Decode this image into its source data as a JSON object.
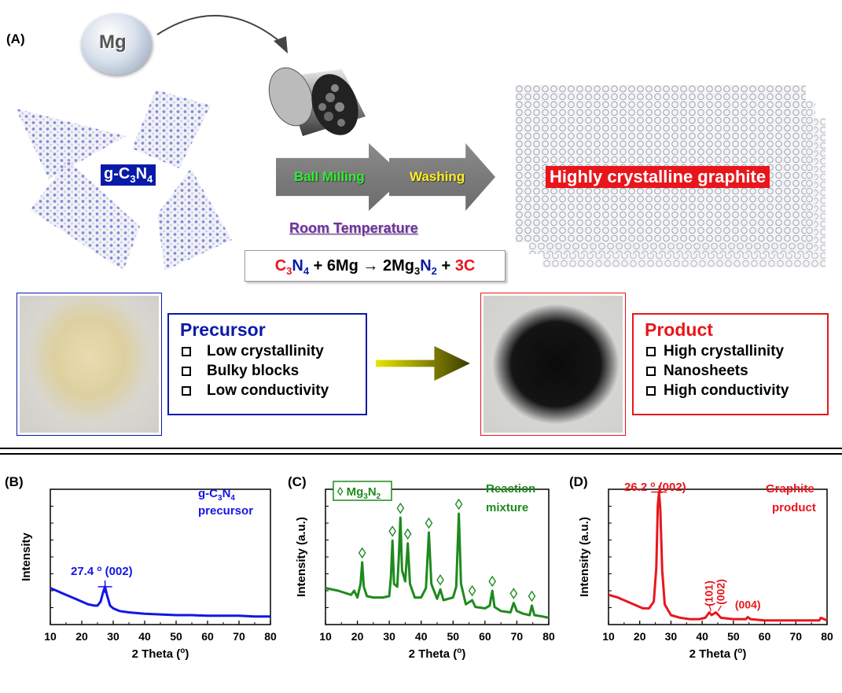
{
  "panel_a": {
    "letter": "(A)",
    "mg_label": "Mg",
    "precursor_tag_prefix": "g-C",
    "precursor_tag_sub1": "3",
    "precursor_tag_mid": "N",
    "precursor_tag_sub2": "4",
    "steps": [
      {
        "label": "Ball Milling",
        "color": "#33ee33"
      },
      {
        "label": "Washing",
        "color": "#ffee22"
      }
    ],
    "condition": "Room Temperature",
    "condition_color": "#7030a0",
    "reaction": {
      "r1_a": "C",
      "r1_sub": "3",
      "r1_b": "N",
      "r1_sub2": "4",
      "plus1": " + 6Mg → 2Mg",
      "p1_sub": "3",
      "p1_b": "N",
      "p1_sub2": "2",
      "plus2": " + ",
      "p2": "3C"
    },
    "product_tag": "Highly crystalline graphite",
    "precursor_box": {
      "title": "Precursor",
      "color": "#0a1aa8",
      "items": [
        "Low crystallinity",
        "Bulky blocks",
        "Low conductivity"
      ]
    },
    "product_box": {
      "title": "Product",
      "color": "#e8161c",
      "items": [
        "High crystallinity",
        "Nanosheets",
        "High conductivity"
      ]
    }
  },
  "chart_data": [
    {
      "type": "line",
      "panel": "(B)",
      "legend": [
        "g-C3N4",
        "precursor"
      ],
      "xlabel": "2 Theta (o)",
      "ylabel": "Intensity",
      "xlim": [
        10,
        80
      ],
      "color": "#1515e6",
      "x_ticks": [
        10,
        20,
        30,
        40,
        50,
        60,
        70,
        80
      ],
      "annotations": [
        {
          "text": "27.4 o (002)",
          "x": 27.4
        }
      ],
      "series": [
        {
          "x": [
            10,
            12,
            15,
            18,
            20,
            22,
            24,
            25,
            26,
            26.8,
            27.4,
            28,
            29,
            30,
            32,
            35,
            40,
            45,
            50,
            55,
            60,
            65,
            70,
            75,
            80
          ],
          "y": [
            0.27,
            0.25,
            0.22,
            0.19,
            0.17,
            0.15,
            0.14,
            0.14,
            0.17,
            0.24,
            0.28,
            0.22,
            0.14,
            0.12,
            0.1,
            0.09,
            0.08,
            0.075,
            0.07,
            0.07,
            0.065,
            0.065,
            0.065,
            0.06,
            0.06
          ]
        }
      ]
    },
    {
      "type": "line",
      "panel": "(C)",
      "legend": [
        "◊ Mg3N2"
      ],
      "title": [
        "Reaction",
        "mixture"
      ],
      "xlabel": "2 Theta (o)",
      "ylabel": "Intensity (a.u.)",
      "xlim": [
        10,
        80
      ],
      "color": "#1e8a1e",
      "x_ticks": [
        10,
        20,
        30,
        40,
        50,
        60,
        70,
        80
      ],
      "marker_x": [
        21.5,
        31,
        33.5,
        35.8,
        42.4,
        46,
        51.8,
        56,
        62.3,
        69,
        74.7
      ],
      "series": [
        {
          "x": [
            10,
            14,
            18,
            19,
            20,
            21,
            21.5,
            22,
            23,
            25,
            28,
            30,
            30.5,
            31,
            31.5,
            32.5,
            33,
            33.5,
            34,
            35,
            35.8,
            36.5,
            38,
            40,
            41.5,
            42.4,
            43.2,
            45,
            46,
            47,
            50,
            51,
            51.8,
            52.5,
            54,
            56,
            57,
            60,
            61.5,
            62.3,
            63,
            65,
            68,
            69,
            70,
            72,
            74,
            74.7,
            75.5,
            78,
            80
          ],
          "y": [
            0.27,
            0.25,
            0.22,
            0.25,
            0.2,
            0.3,
            0.46,
            0.28,
            0.21,
            0.2,
            0.2,
            0.21,
            0.35,
            0.62,
            0.3,
            0.28,
            0.5,
            0.79,
            0.4,
            0.32,
            0.6,
            0.3,
            0.2,
            0.2,
            0.27,
            0.68,
            0.3,
            0.19,
            0.26,
            0.18,
            0.2,
            0.28,
            0.82,
            0.3,
            0.15,
            0.18,
            0.13,
            0.12,
            0.14,
            0.25,
            0.13,
            0.1,
            0.09,
            0.16,
            0.1,
            0.08,
            0.07,
            0.14,
            0.07,
            0.06,
            0.05
          ]
        }
      ]
    },
    {
      "type": "line",
      "panel": "(D)",
      "legend": [
        "Graphite",
        "product"
      ],
      "xlabel": "2 Theta (o)",
      "ylabel": "Intensity (a.u.)",
      "xlim": [
        10,
        80
      ],
      "color": "#e8161c",
      "x_ticks": [
        10,
        20,
        30,
        40,
        50,
        60,
        70,
        80
      ],
      "annotations": [
        {
          "text": "26.2 o (002)",
          "x": 26.2
        },
        {
          "text": "(101)",
          "x": 42.3
        },
        {
          "text": "(002)",
          "x": 44.4
        },
        {
          "text": "(004)",
          "x": 54.6
        }
      ],
      "series": [
        {
          "x": [
            10,
            13,
            16,
            19,
            21,
            23,
            24.5,
            25.3,
            25.8,
            26.2,
            26.6,
            27.2,
            28,
            30,
            33,
            36,
            39,
            41,
            42.3,
            43,
            44.4,
            46,
            50,
            54,
            54.6,
            55.5,
            60,
            65,
            70,
            75,
            77.5,
            78,
            80
          ],
          "y": [
            0.22,
            0.2,
            0.17,
            0.14,
            0.12,
            0.12,
            0.17,
            0.42,
            0.88,
            0.98,
            0.85,
            0.4,
            0.15,
            0.07,
            0.05,
            0.04,
            0.04,
            0.05,
            0.09,
            0.07,
            0.09,
            0.05,
            0.04,
            0.04,
            0.055,
            0.04,
            0.03,
            0.03,
            0.03,
            0.03,
            0.03,
            0.05,
            0.03
          ]
        }
      ]
    }
  ]
}
